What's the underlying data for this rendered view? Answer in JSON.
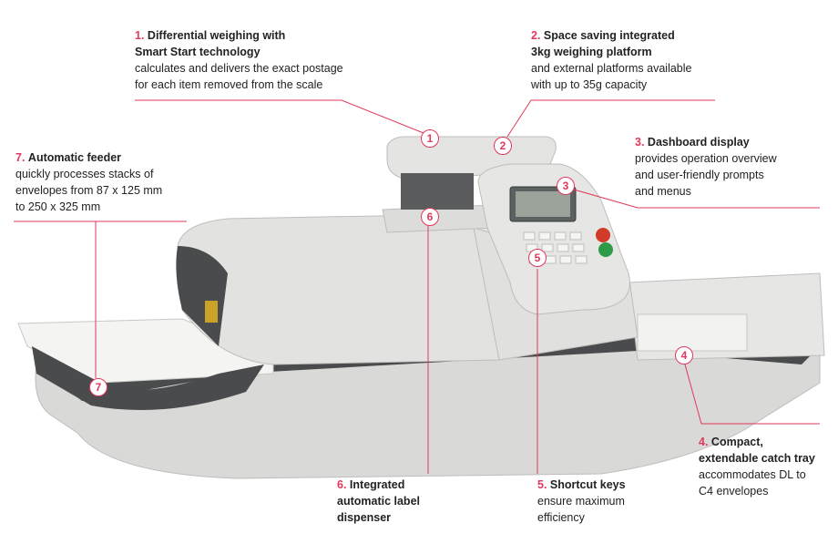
{
  "callouts": [
    {
      "num": "1.",
      "title_a": "Differential weighing with",
      "title_b": "Smart Start technology",
      "body_a": "calculates and delivers the exact postage",
      "body_b": "for each item removed from the scale"
    },
    {
      "num": "2.",
      "title_a": "Space saving integrated",
      "title_b": "3kg weighing platform",
      "body_a": "and external platforms available",
      "body_b": "with up to 35g capacity"
    },
    {
      "num": "3.",
      "title_a": "Dashboard display",
      "body_a": "provides operation overview",
      "body_b": "and user-friendly prompts",
      "body_c": "and menus"
    },
    {
      "num": "4.",
      "title_a": "Compact,",
      "title_b": "extendable catch tray",
      "body_a": "accommodates DL to",
      "body_b": "C4 envelopes"
    },
    {
      "num": "5.",
      "title_a": "Shortcut keys",
      "body_a": "ensure maximum",
      "body_b": "efficiency"
    },
    {
      "num": "6.",
      "title_a": "Integrated",
      "title_b": "automatic label",
      "title_c": "dispenser"
    },
    {
      "num": "7.",
      "title_a": "Automatic feeder",
      "body_a": "quickly processes stacks of",
      "body_b": "envelopes from 87 x 125 mm",
      "body_c": "to 250 x 325 mm"
    }
  ],
  "badges": [
    "1",
    "2",
    "3",
    "4",
    "5",
    "6",
    "7"
  ],
  "colors": {
    "accent": "#e0395b",
    "body": "#dcdcda",
    "dark": "#4a4b4d"
  }
}
